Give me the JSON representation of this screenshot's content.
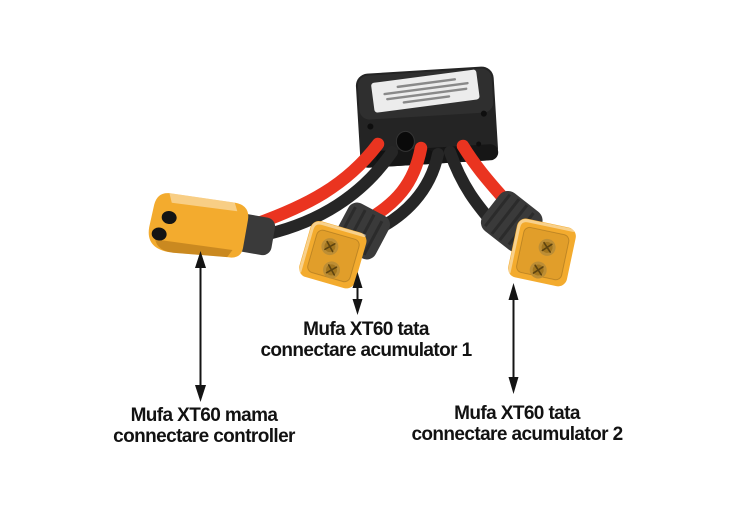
{
  "image": {
    "kind": "annotated product photo of an XT60 dual-battery adapter",
    "background": "#ffffff"
  },
  "annotations": {
    "controller": {
      "line1": "Mufa XT60 mama",
      "line2": "connectare controller"
    },
    "battery1": {
      "line1": "Mufa XT60 tata",
      "line2": "connectare acumulator 1"
    },
    "battery2": {
      "line1": "Mufa XT60 tata",
      "line2": "connectare acumulator 2"
    }
  },
  "colors": {
    "background": "#ffffff",
    "text": "#121212",
    "arrow": "#141414",
    "wire_red": "#ea3420",
    "wire_black": "#262626",
    "connector_yellow": "#f3ab2e",
    "connector_yellow_dark": "#c8821a",
    "box_black": "#242424",
    "box_label": "#ececec",
    "heatshrink_gray": "#3a3a3a",
    "pin_brass": "#bd8e35"
  }
}
